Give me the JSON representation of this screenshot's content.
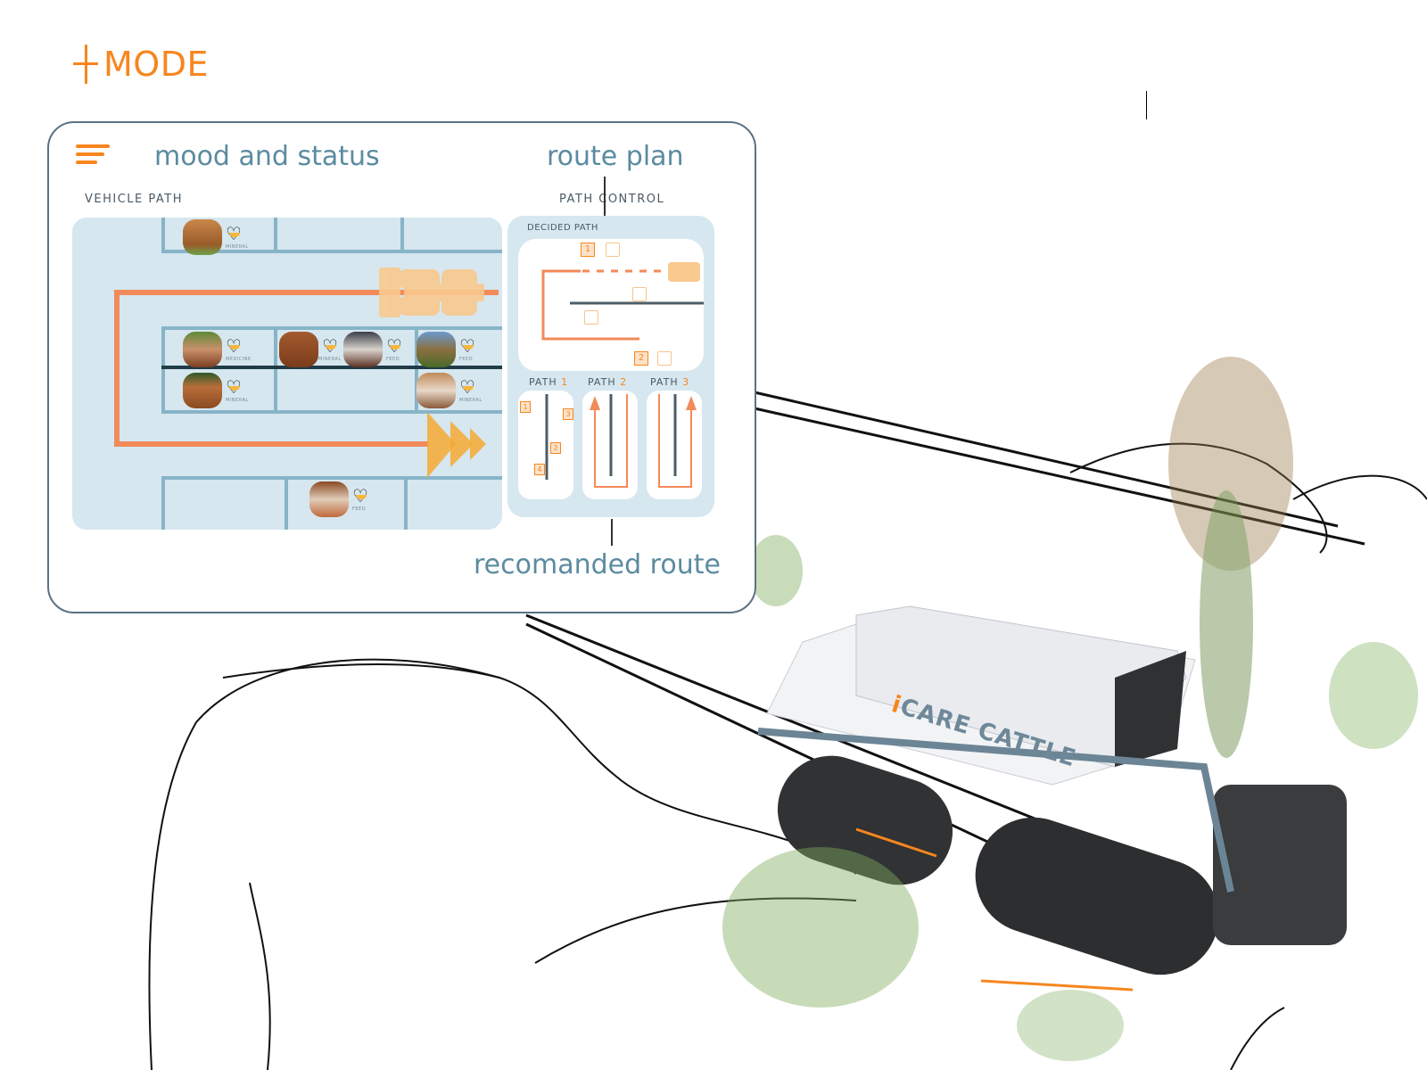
{
  "mode": {
    "label": "MODE",
    "icon": "plus-icon"
  },
  "panel": {
    "menu_icon": "hamburger-menu-icon",
    "title_left": "mood and status",
    "title_right": "route plan",
    "caption_left": "VEHICLE PATH",
    "caption_right": "PATH CONTROL",
    "decided_path_label": "DECIDED PATH",
    "decided_path_markers": [
      "1",
      "2"
    ],
    "path_options": [
      {
        "prefix": "PATH",
        "number": "1",
        "markers": [
          "1",
          "3",
          "2",
          "4"
        ]
      },
      {
        "prefix": "PATH",
        "number": "2"
      },
      {
        "prefix": "PATH",
        "number": "3"
      }
    ],
    "bottom_label": "recomanded route"
  },
  "cattle": [
    {
      "row": "top",
      "need": "MINERAL"
    },
    {
      "row": "middle-upper",
      "need": "MEDICINE"
    },
    {
      "row": "middle-upper",
      "need": "MINERAL"
    },
    {
      "row": "middle-upper",
      "need": "FEED"
    },
    {
      "row": "middle-upper",
      "need": "FEED"
    },
    {
      "row": "middle-lower",
      "need": "MINERAL"
    },
    {
      "row": "middle-lower",
      "need": "MINERAL"
    },
    {
      "row": "bottom",
      "need": "FEED"
    }
  ],
  "product": {
    "brand_i": "i",
    "brand_rest": "CARE CATTLE"
  },
  "colors": {
    "accent": "#f7861e",
    "title": "#5b8ba0",
    "panel_border": "#5b7282",
    "map_bg": "#d6e7ef",
    "stall_line": "#87b4c8"
  }
}
